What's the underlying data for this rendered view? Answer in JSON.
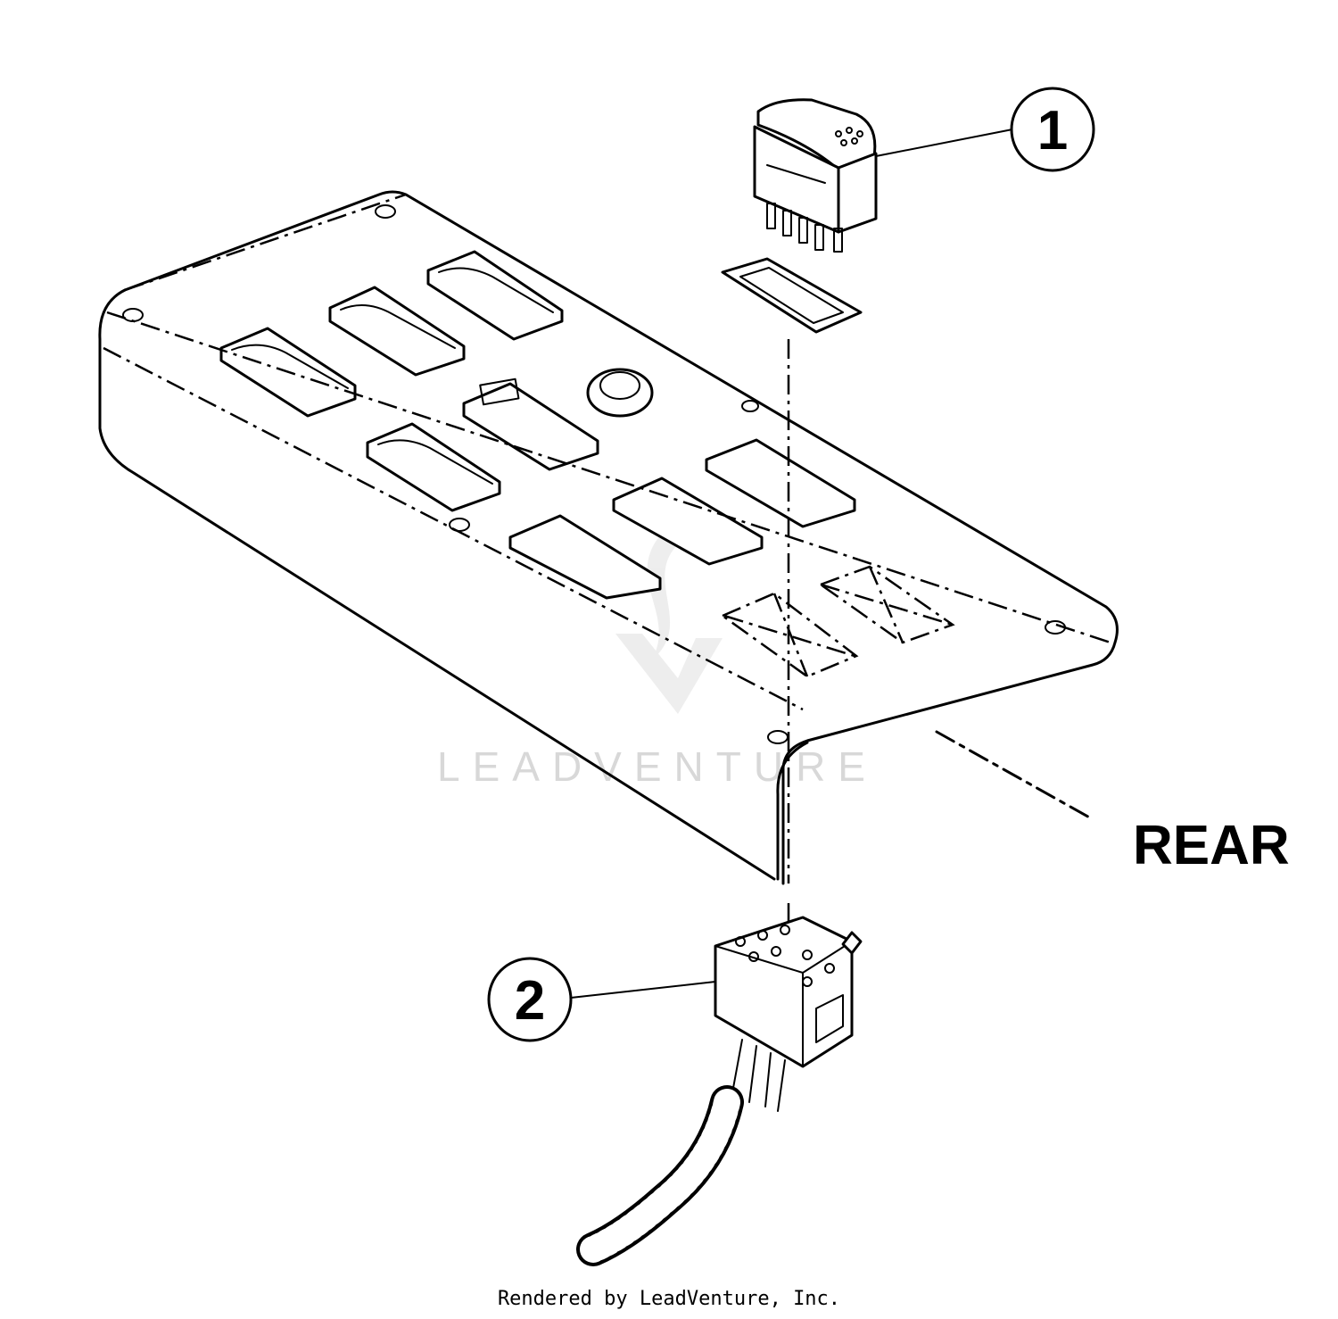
{
  "callouts": [
    {
      "number": "1"
    },
    {
      "number": "2"
    }
  ],
  "direction_label": "REAR",
  "watermark_text": "LEADVENTURE",
  "footer_credit": "Rendered by LeadVenture, Inc.",
  "colors": {
    "line": "#000000",
    "background": "#ffffff",
    "watermark": "#d8d8d8"
  }
}
